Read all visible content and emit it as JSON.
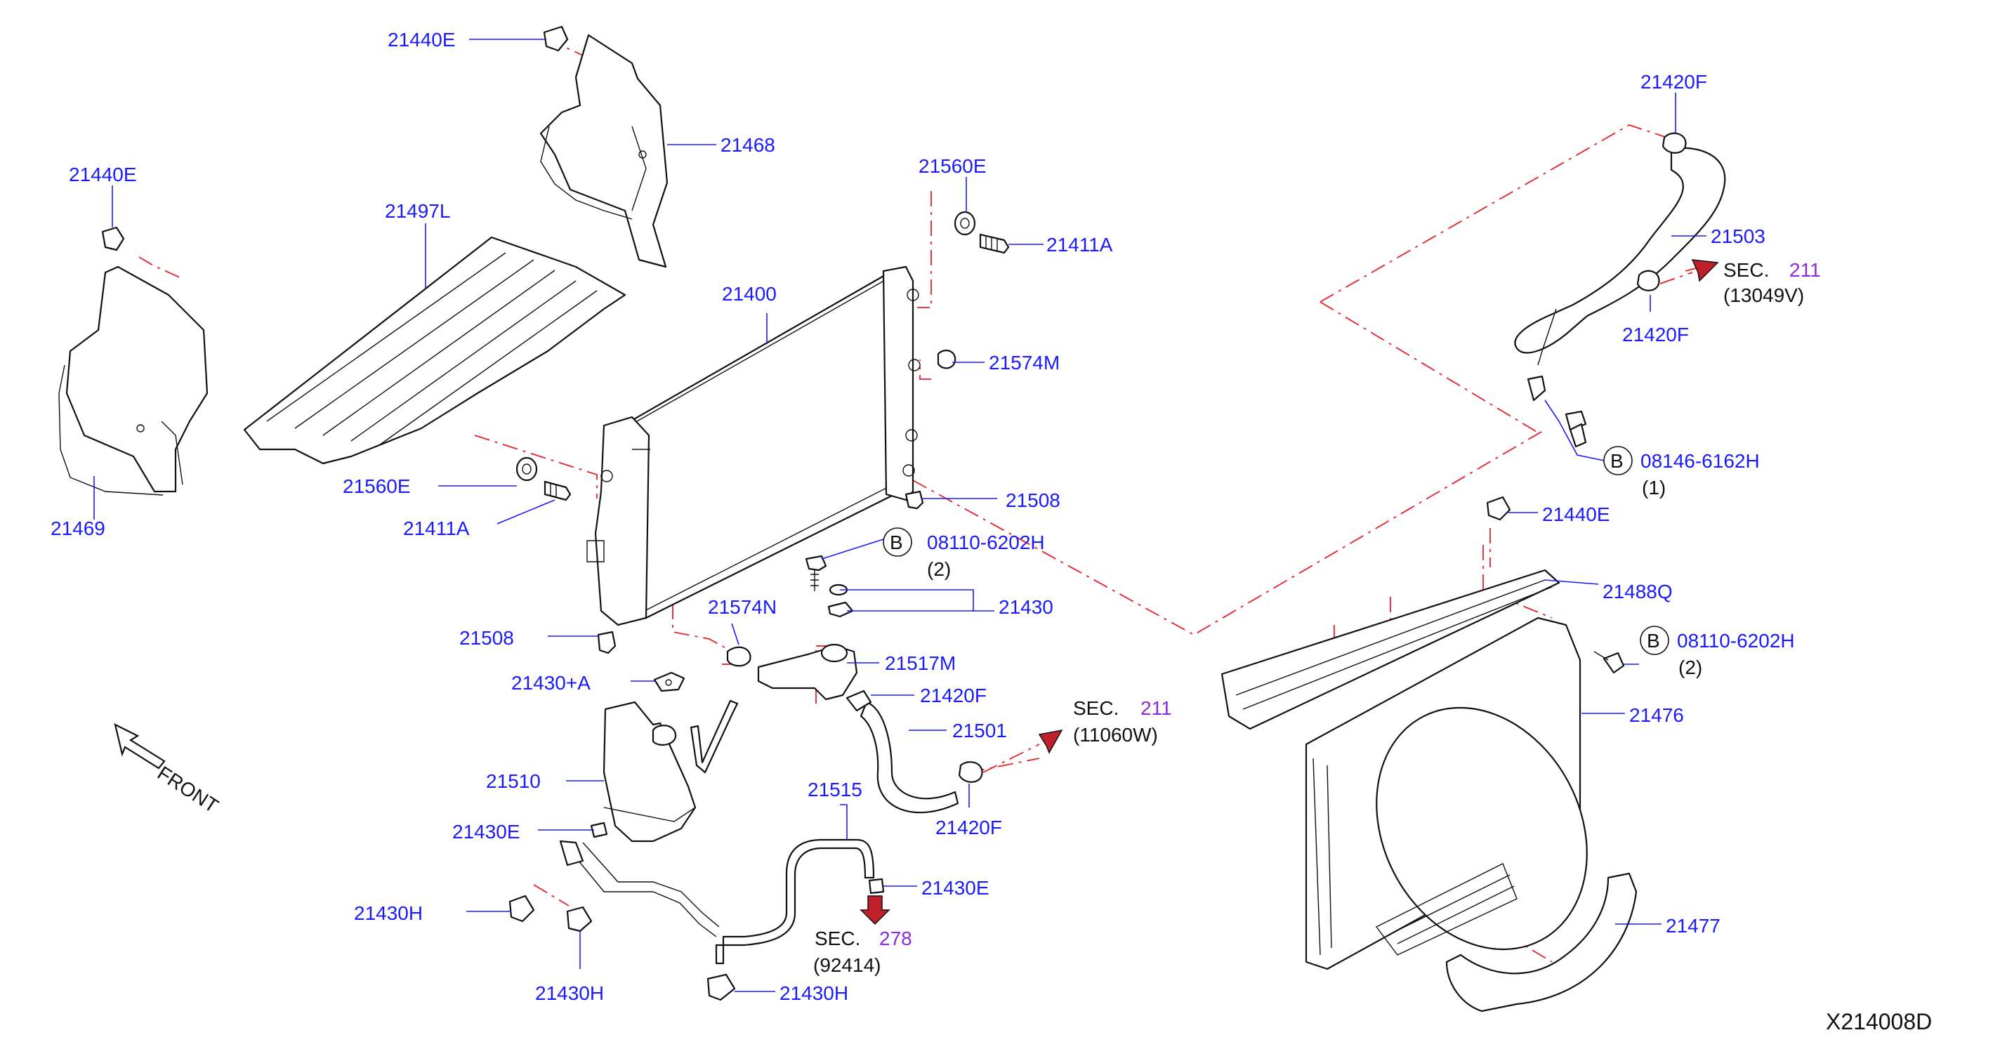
{
  "diagram_id": "X214008D",
  "front_label": "FRONT",
  "parts": {
    "p21440E_a": "21440E",
    "p21468": "21468",
    "p21440E_b": "21440E",
    "p21497L": "21497L",
    "p21469": "21469",
    "p21560E_a": "21560E",
    "p21411A_a": "21411A",
    "p21400": "21400",
    "p21574M": "21574M",
    "p21560E_b": "21560E",
    "p21411A_b": "21411A",
    "p21508_a": "21508",
    "p21508_b": "21508",
    "p08110_6202H_a": "08110-6202H",
    "p08110_6202H_a_qty": "(2)",
    "p21430": "21430",
    "p21574N": "21574N",
    "p21517M": "21517M",
    "p21430A": "21430+A",
    "p21420F_a": "21420F",
    "p21501": "21501",
    "p21420F_b": "21420F",
    "p21510": "21510",
    "p21515": "21515",
    "p21430E_a": "21430E",
    "p21430E_b": "21430E",
    "p21430H_a": "21430H",
    "p21430H_b": "21430H",
    "p21430H_c": "21430H",
    "p21420F_c": "21420F",
    "p21503": "21503",
    "p21420F_d": "21420F",
    "p08146_6162H": "08146-6162H",
    "p08146_6162H_qty": "(1)",
    "p21440E_c": "21440E",
    "p21488Q": "21488Q",
    "p08110_6202H_b": "08110-6202H",
    "p08110_6202H_b_qty": "(2)",
    "p21476": "21476",
    "p21477": "21477"
  },
  "bolt_marker": "B",
  "sections": {
    "sec211_a": {
      "prefix": "SEC.",
      "num": "211",
      "ref": "(11060W)"
    },
    "sec211_b": {
      "prefix": "SEC.",
      "num": "211",
      "ref": "(13049V)"
    },
    "sec278": {
      "prefix": "SEC.",
      "num": "278",
      "ref": "(92414)"
    }
  },
  "colors": {
    "label": "#1a1aff",
    "section_number": "#8a2be2",
    "dash_line": "#e8202a",
    "outline": "#111111"
  }
}
